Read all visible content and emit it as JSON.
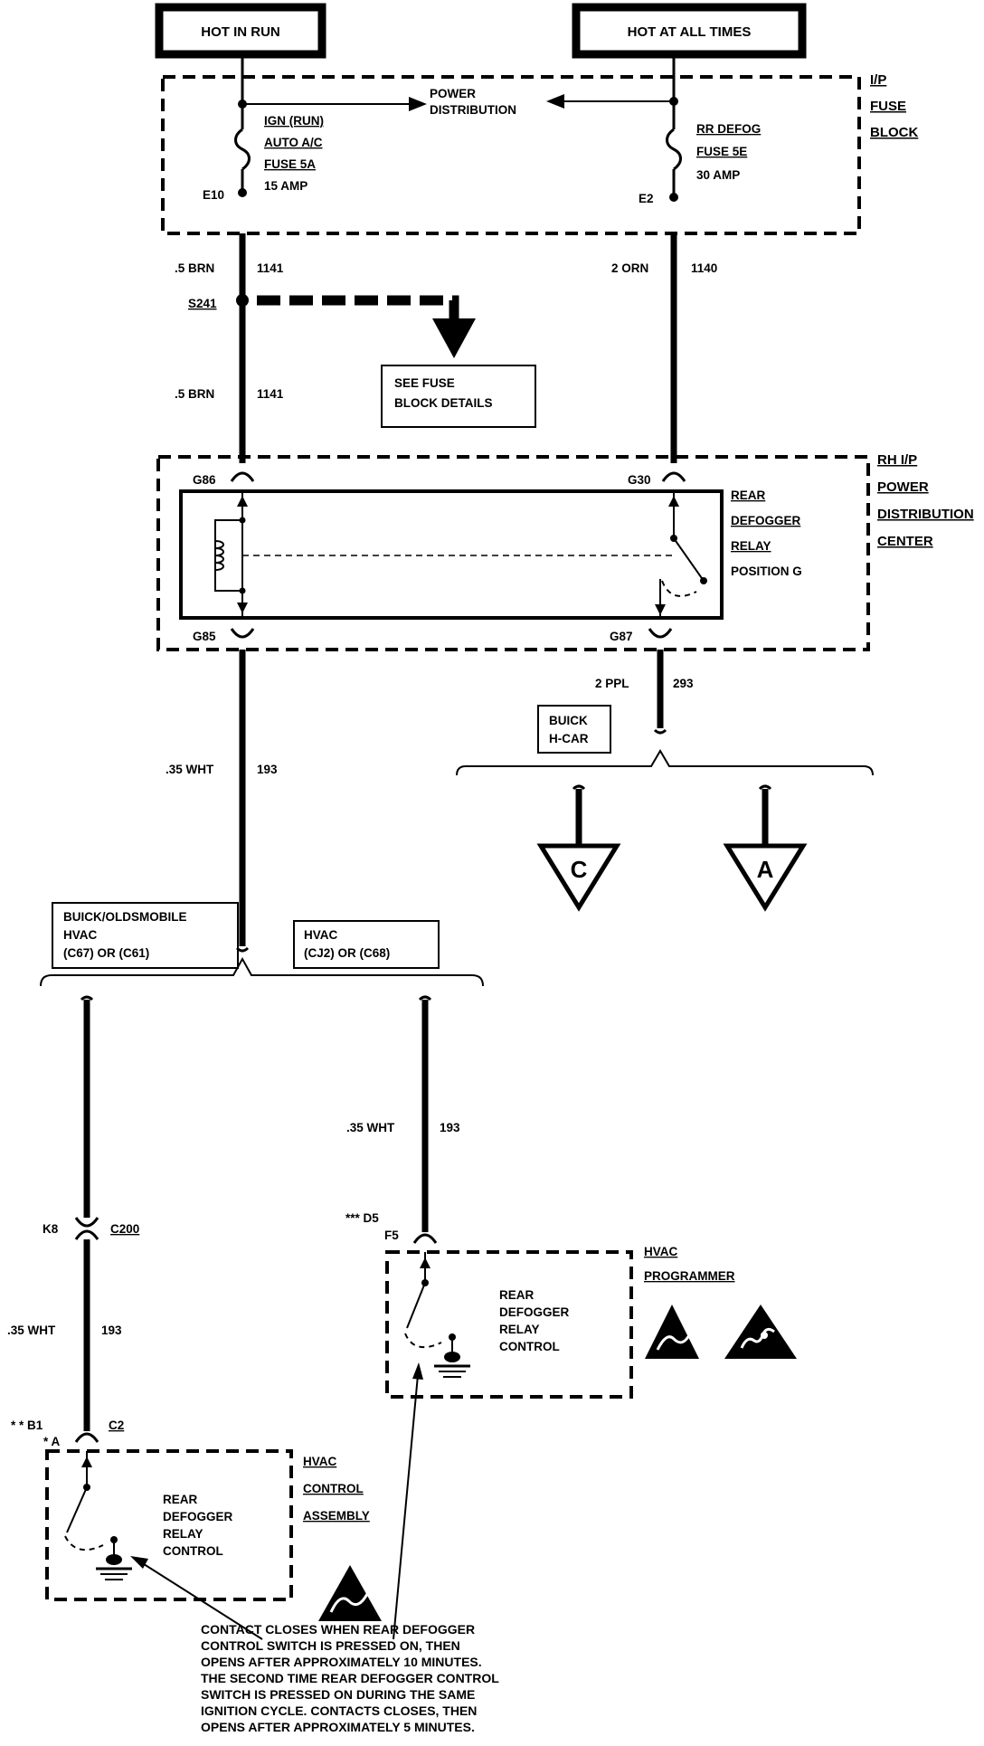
{
  "sources": {
    "hot_in_run": "HOT IN RUN",
    "hot_at_all_times": "HOT AT ALL TIMES"
  },
  "fuse_block": {
    "label_lines": [
      "I/P",
      "FUSE",
      "BLOCK"
    ],
    "power_distribution": [
      "POWER",
      "DISTRIBUTION"
    ],
    "left_fuse": [
      "IGN (RUN)",
      "AUTO A/C",
      "FUSE 5A",
      "15 AMP"
    ],
    "right_fuse": [
      "RR DEFOG",
      "FUSE 5E",
      "30 AMP"
    ],
    "left_terminal": "E10",
    "right_terminal": "E2"
  },
  "wires": {
    "left_top_gauge": ".5 BRN",
    "left_top_circuit": "1141",
    "right_top_gauge": "2 ORN",
    "right_top_circuit": "1140",
    "splice": "S241",
    "left_mid_gauge": ".5 BRN",
    "left_mid_circuit": "1141",
    "relay_out_gauge": "2 PPL",
    "relay_out_circuit": "293",
    "ctrl_gauge": ".35 WHT",
    "ctrl_circuit": "193",
    "right_branch_gauge": ".35 WHT",
    "right_branch_circuit": "193",
    "left_branch_gauge": ".35 WHT",
    "left_branch_circuit": "193"
  },
  "fuse_details_box": [
    "SEE FUSE",
    "BLOCK DETAILS"
  ],
  "power_center": {
    "label_lines": [
      "RH I/P",
      "POWER",
      "DISTRIBUTION",
      "CENTER"
    ],
    "relay_lines": [
      "REAR",
      "DEFOGGER",
      "RELAY",
      "POSITION G"
    ],
    "terminals": {
      "g86": "G86",
      "g30": "G30",
      "g85": "G85",
      "g87": "G87"
    }
  },
  "buick_hcar": [
    "BUICK",
    "H-CAR"
  ],
  "connectors": {
    "c": "C",
    "a": "A"
  },
  "option_left": [
    "BUICK/OLDSMOBILE",
    "HVAC",
    "(C67) OR (C61)"
  ],
  "option_right": [
    "HVAC",
    "(CJ2) OR (C68)"
  ],
  "c200": {
    "pin": "K8",
    "name": "C200"
  },
  "programmer": {
    "pins": [
      "*** D5",
      "F5"
    ],
    "label_lines": [
      "HVAC",
      "PROGRAMMER"
    ],
    "control_lines": [
      "REAR",
      "DEFOGGER",
      "RELAY",
      "CONTROL"
    ]
  },
  "control_assembly": {
    "pins": [
      "* * B1",
      "* A"
    ],
    "connector": "C2",
    "label_lines": [
      "HVAC",
      "CONTROL",
      "ASSEMBLY"
    ],
    "control_lines": [
      "REAR",
      "DEFOGGER",
      "RELAY",
      "CONTROL"
    ]
  },
  "note_lines": [
    "CONTACT CLOSES WHEN REAR DEFOGGER",
    "CONTROL SWITCH IS PRESSED ON, THEN",
    "OPENS AFTER APPROXIMATELY 10 MINUTES.",
    "THE SECOND TIME REAR DEFOGGER CONTROL",
    "SWITCH IS PRESSED ON DURING THE SAME",
    "IGNITION CYCLE. CONTACTS CLOSES, THEN",
    "OPENS AFTER APPROXIMATELY 5 MINUTES."
  ],
  "icons": [
    "esd-warning-icon",
    "esd-warning-icon",
    "esd-warning-icon",
    "ground-icon"
  ]
}
